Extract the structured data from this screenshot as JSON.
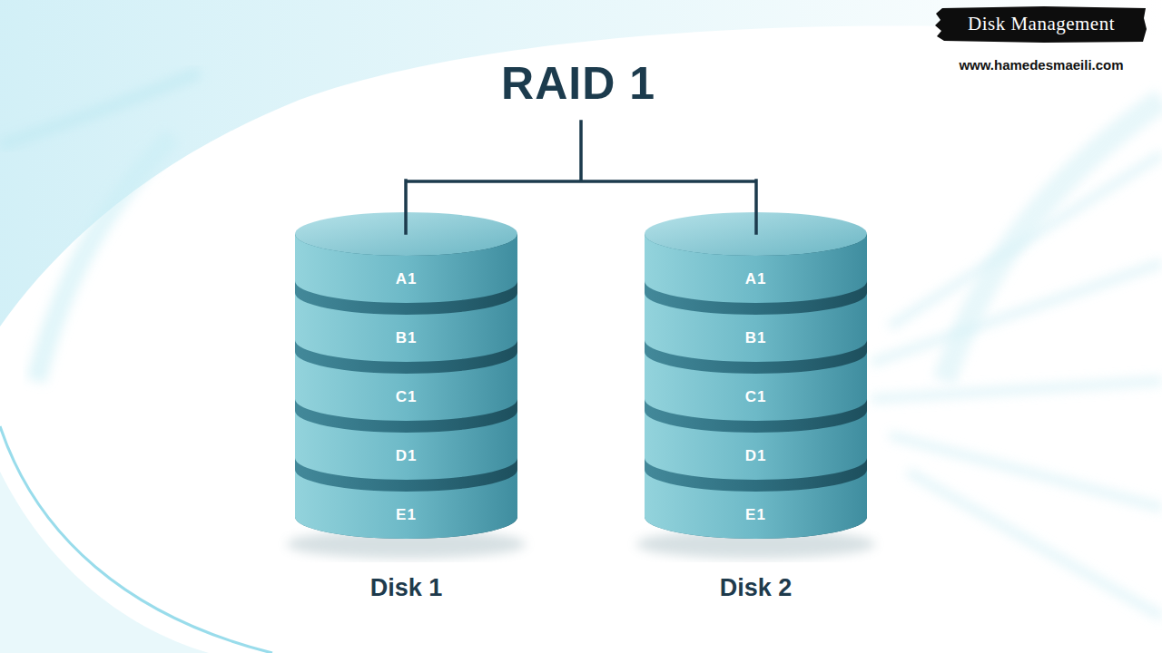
{
  "diagram": {
    "title": "RAID 1",
    "nodes": [
      {
        "text": [
          "Disk Management"
        ]
      },
      {
        "text": [
          "www.hamedesmaeili.com"
        ]
      },
      {
        "text": [
          "Disk 1"
        ]
      },
      {
        "text": [
          "A1"
        ],
        "in": 2
      },
      {
        "text": [
          "B1"
        ],
        "in": 2
      },
      {
        "text": [
          "C1"
        ],
        "in": 2
      },
      {
        "text": [
          "D1"
        ],
        "in": 2
      },
      {
        "text": [
          "E1"
        ],
        "in": 2
      },
      {
        "text": [
          "Disk 2"
        ]
      },
      {
        "text": [
          "A1"
        ],
        "in": 8
      },
      {
        "text": [
          "B1"
        ],
        "in": 8
      },
      {
        "text": [
          "C1"
        ],
        "in": 8
      },
      {
        "text": [
          "D1"
        ],
        "in": 8
      },
      {
        "text": [
          "E1"
        ],
        "in": 8
      }
    ]
  }
}
